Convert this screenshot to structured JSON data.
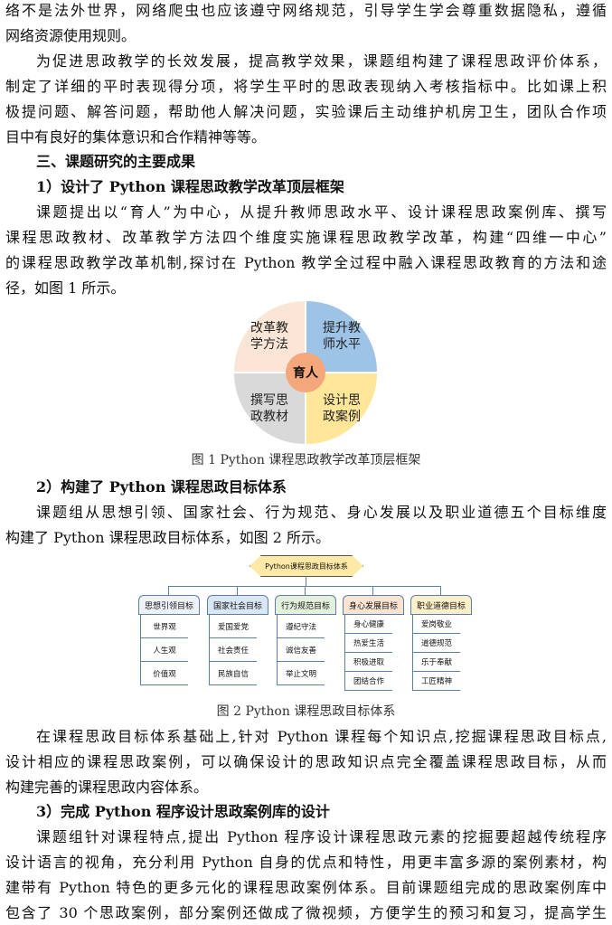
{
  "top_lines": [
    "络不是法外世界，网络爬虫也应该遵守网络规范，引导学生学会尊重数据隐私，遵循",
    "网络资源使用规则。"
  ],
  "para_eval": [
    "为促进思政教学的长效发展，提高教学效果，课题组构建了课程思政评价体系，",
    "制定了详细的平时表现得分项，将学生平时的思政表现纳入考核指标中。比如课上积",
    "极提问题、解答问题，帮助他人解决问题，实验课后主动维护机房卫生，团队合作项",
    "目中有良好的集体意识和合作精神等等。"
  ],
  "section3_title": "三、课题研究的主要成果",
  "h1": "1）设计了 Python 课程思政教学改革顶层框架",
  "para1": [
    "课题提出以“育人”为中心，从提升教师思政水平、设计课程思政案例库、撰写",
    "课程思政教材、改革教学方法四个维度实施课程思政教学改革，构建“四维一中心”",
    "的课程思政教学改革机制,探讨在 Python 教学全过程中融入课程思政教育的方法和途",
    "径，如图 1 所示。"
  ],
  "fig1": {
    "center": "育人",
    "tl": "改革教学方法",
    "tr": "提升教师水平",
    "bl": "撰写思政教材",
    "br": "设计思政案例",
    "tl1": "改革教",
    "tl2": "学方法",
    "tr1": "提升教",
    "tr2": "师水平",
    "bl1": "撰写思",
    "bl2": "政教材",
    "br1": "设计思",
    "br2": "政案例",
    "caption": "图 1 Python 课程思政教学改革顶层框架"
  },
  "h2": "2）构建了 Python 课程思政目标体系",
  "para2": [
    "课题组从思想引领、国家社会、行为规范、身心发展以及职业道德五个目标维度",
    "构建了 Python 课程思政目标体系，如图 2 所示。"
  ],
  "fig2": {
    "root": "Python课程思政目标体系",
    "categories": [
      {
        "name": "思想引领目标",
        "color": "#eef3fa",
        "items": [
          "世界观",
          "人生观",
          "价值观"
        ]
      },
      {
        "name": "国家社会目标",
        "color": "#d8e6f5",
        "items": [
          "爱国爱党",
          "社会责任",
          "民族自信"
        ]
      },
      {
        "name": "行为规范目标",
        "color": "#e4f0dc",
        "items": [
          "遵纪守法",
          "诚信友善",
          "举止文明"
        ]
      },
      {
        "name": "身心发展目标",
        "color": "#fbe3d2",
        "items": [
          "身心健康",
          "热爱生活",
          "积极进取",
          "团结合作"
        ]
      },
      {
        "name": "职业道德目标",
        "color": "#fdf0c8",
        "items": [
          "爱岗敬业",
          "道德规范",
          "乐于奉献",
          "工匠精神"
        ]
      }
    ],
    "caption": "图 2 Python 课程思政目标体系"
  },
  "para3": [
    "在课程思政目标体系基础上,针对 Python 课程每个知识点,挖掘课程思政目标点,",
    "设计相应的课程思政案例，可以确保设计的思政知识点完全覆盖课程思政目标，从而",
    "构建完善的课程思政内容体系。"
  ],
  "h3": "3）完成 Python 程序设计思政案例库的设计",
  "para4": [
    "课题组针对课程特点,提出 Python 程序设计课程思政元素的挖掘要超越传统程序",
    "设计语言的视角，充分利用 Python 自身的优点和特性，用更丰富多源的案例素材，构",
    "建带有 Python 特色的更多元化的课程思政案例体系。目前课题组完成的思政案例库中",
    "包含了 30 个思政案例，部分案例还做成了微视频，方便学生的预习和复习，提高学生"
  ]
}
